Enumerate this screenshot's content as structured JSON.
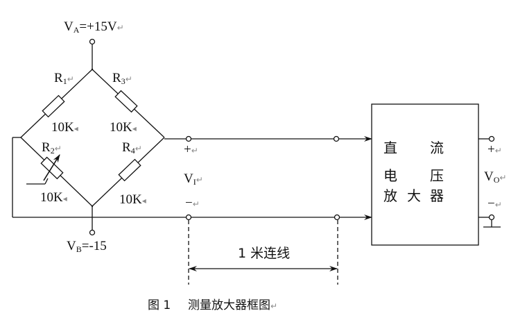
{
  "diagram": {
    "supply_top": {
      "symbol": "V",
      "sub": "A",
      "value": "=+15V"
    },
    "supply_bottom": {
      "symbol": "V",
      "sub": "B",
      "value": "=-15"
    },
    "resistors": [
      {
        "name": "R",
        "sub": "1",
        "value": "10K"
      },
      {
        "name": "R",
        "sub": "2",
        "value": "10K",
        "variable": true
      },
      {
        "name": "R",
        "sub": "3",
        "value": "10K"
      },
      {
        "name": "R",
        "sub": "4",
        "value": "10K"
      }
    ],
    "input": {
      "plus": "+",
      "minus": "−",
      "symbol": "V",
      "sub": "I"
    },
    "cable_label": "1 米连线",
    "amplifier": {
      "lines": [
        [
          "直",
          "",
          "流"
        ],
        [
          "电",
          "",
          "压"
        ],
        [
          "放",
          "大",
          "器"
        ]
      ]
    },
    "output": {
      "plus": "+",
      "minus": "−",
      "symbol": "V",
      "sub": "O"
    },
    "caption": {
      "figure": "图 1",
      "title": "测量放大器框图"
    },
    "return_mark": "↵",
    "tab_mark": "◂"
  }
}
